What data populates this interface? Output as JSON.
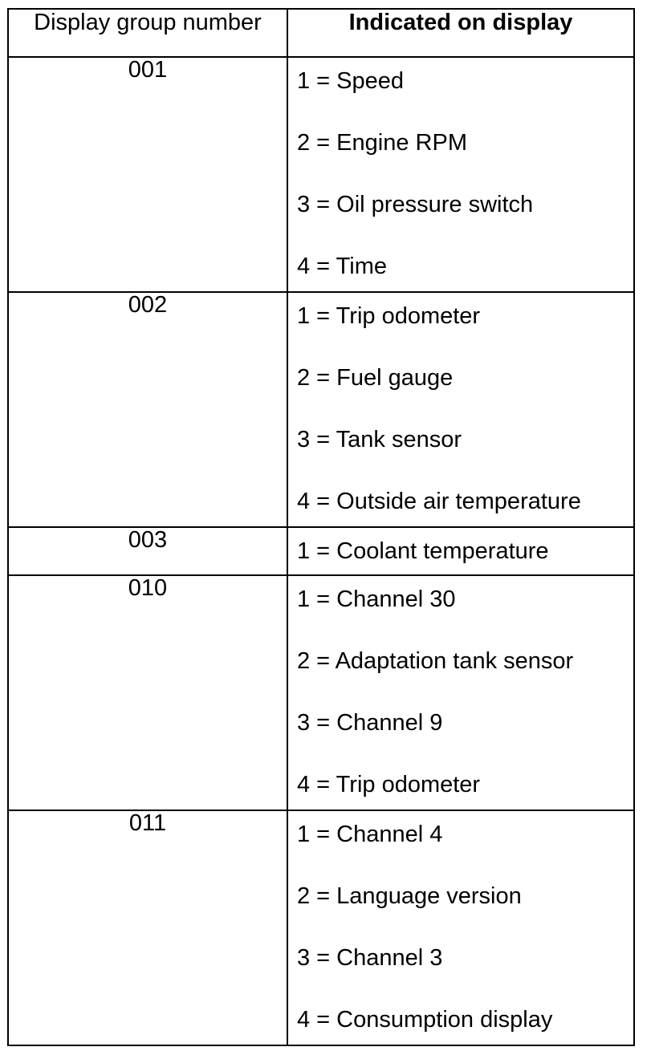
{
  "table": {
    "headers": [
      "Display group number",
      "Indicated on display"
    ],
    "rows": [
      {
        "group": "001",
        "items": [
          "1 = Speed",
          "2 = Engine RPM",
          "3 = Oil pressure switch",
          "4 = Time"
        ]
      },
      {
        "group": "002",
        "items": [
          "1 = Trip odometer",
          "2 = Fuel gauge",
          "3 = Tank sensor",
          "4 = Outside air temperature"
        ]
      },
      {
        "group": "003",
        "items": [
          "1 = Coolant temperature"
        ]
      },
      {
        "group": "010",
        "items": [
          "1 = Channel 30",
          "2 = Adaptation tank sensor",
          "3 = Channel 9",
          "4 = Trip odometer"
        ]
      },
      {
        "group": "011",
        "items": [
          "1 = Channel 4",
          "2 = Language version",
          "3 = Channel 3",
          "4 = Consumption display"
        ]
      }
    ]
  }
}
